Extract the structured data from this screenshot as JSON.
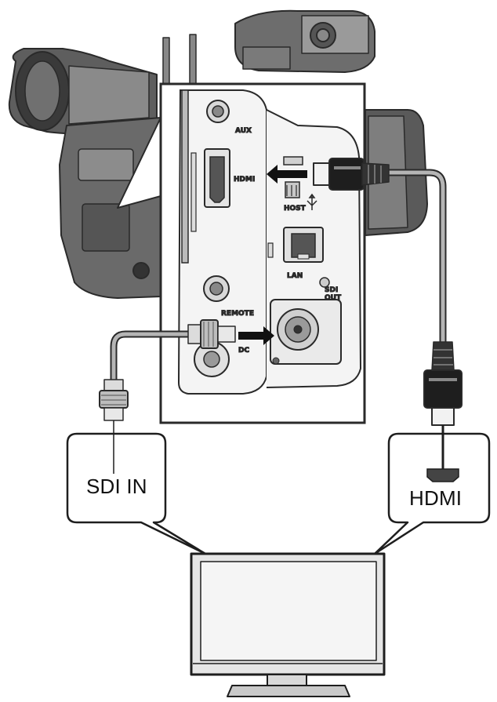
{
  "diagram": {
    "camera_panel": {
      "aux": "AUX",
      "hdmi": "HDMI",
      "host": "HOST",
      "lan": "LAN",
      "remote": "REMOTE",
      "dc": "DC",
      "sdi_out": "SDI\nOUT"
    },
    "monitor_inputs": {
      "sdi_in": "SDI IN",
      "hdmi": "HDMI"
    }
  }
}
